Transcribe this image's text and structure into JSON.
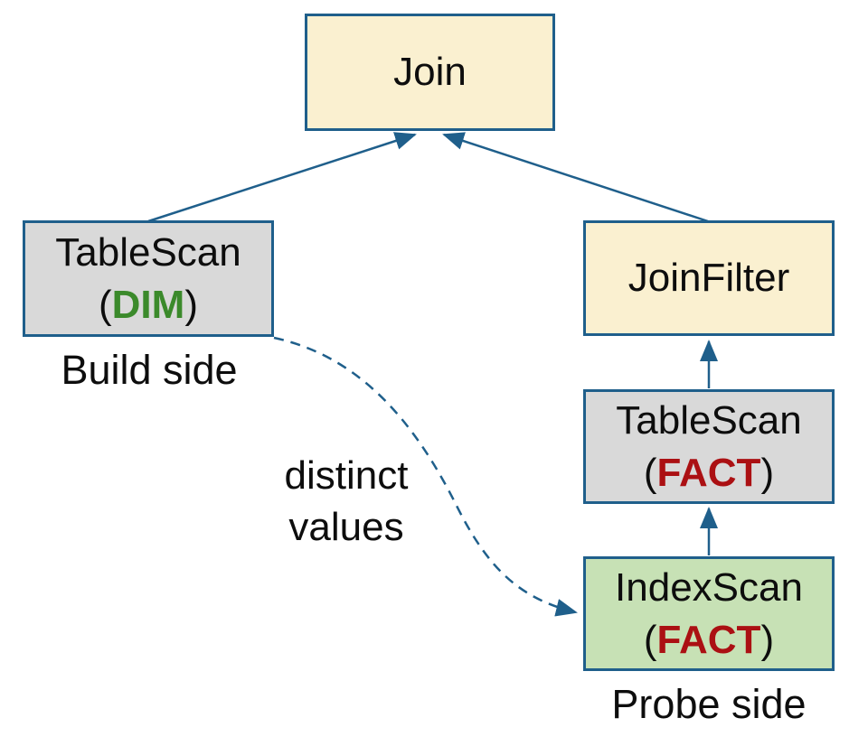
{
  "diagram": {
    "nodes": {
      "join": {
        "label": "Join"
      },
      "tablescan_dim": {
        "name": "TableScan",
        "paren_open": "(",
        "tag": "DIM",
        "paren_close": ")"
      },
      "joinfilter": {
        "label": "JoinFilter"
      },
      "tablescan_fact": {
        "name": "TableScan",
        "paren_open": "(",
        "tag": "FACT",
        "paren_close": ")"
      },
      "indexscan_fact": {
        "name": "IndexScan",
        "paren_open": "(",
        "tag": "FACT",
        "paren_close": ")"
      }
    },
    "captions": {
      "build_side": "Build side",
      "probe_side": "Probe side",
      "distinct_line1": "distinct",
      "distinct_line2": "values"
    },
    "colors": {
      "edge_blue": "#1f5f8b",
      "node_yellow": "#faf0d0",
      "node_gray": "#d9d9d9",
      "node_green": "#c7e1b5",
      "dim_green": "#3b8a2b",
      "fact_red": "#ab1013",
      "text": "#0d0d0d",
      "background": "#ffffff"
    }
  }
}
